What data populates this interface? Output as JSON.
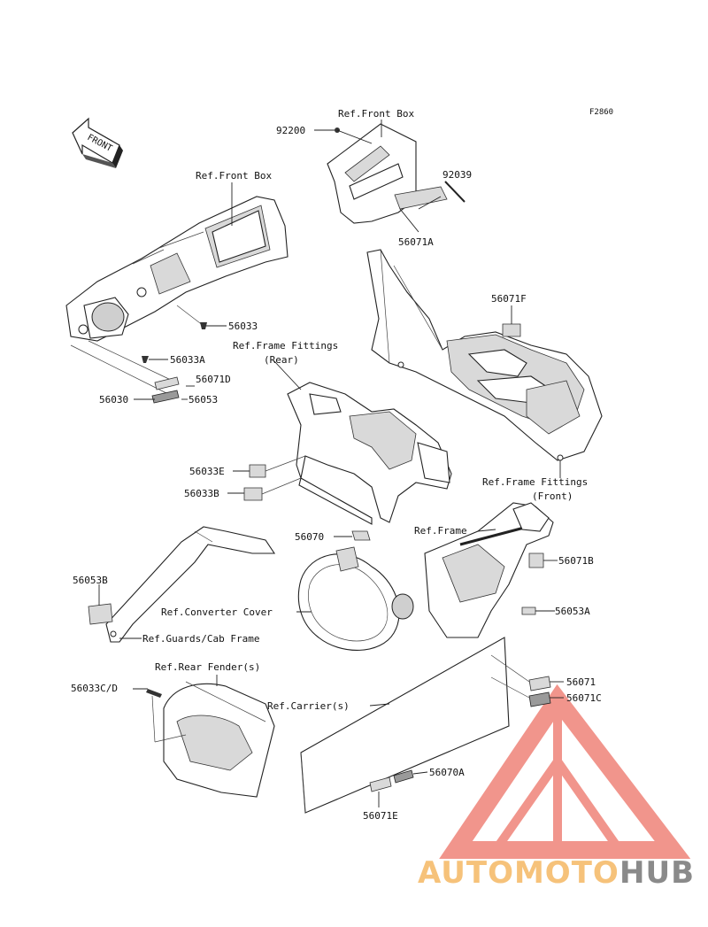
{
  "figure_code": "F2860",
  "front_arrow": "FRONT",
  "labels": {
    "ref_front_box_top": "Ref.Front Box",
    "ref_front_box_left": "Ref.Front Box",
    "p92200": "92200",
    "p92039": "92039",
    "p56071A": "56071A",
    "p56071F": "56071F",
    "ref_frame_fittings_rear_1": "Ref.Frame Fittings",
    "ref_frame_fittings_rear_2": "(Rear)",
    "ref_frame_fittings_front_1": "Ref.Frame Fittings",
    "ref_frame_fittings_front_2": "(Front)",
    "p56033": "56033",
    "p56033A": "56033A",
    "p56071D": "56071D",
    "p56030": "56030",
    "p56053": "56053",
    "p56033E": "56033E",
    "p56033B": "56033B",
    "p56070": "56070",
    "ref_frame": "Ref.Frame",
    "p56071B": "56071B",
    "p56053B": "56053B",
    "ref_converter_cover": "Ref.Converter Cover",
    "p56053A": "56053A",
    "ref_guards_cab_frame": "Ref.Guards/Cab Frame",
    "ref_rear_fender": "Ref.Rear Fender(s)",
    "p56033CD": "56033C/D",
    "p56071": "56071",
    "p56071C": "56071C",
    "ref_carrier": "Ref.Carrier(s)",
    "p56070A": "56070A",
    "p56071E": "56071E"
  },
  "watermark": {
    "part1": "AUTOMOTO",
    "part2": "HUB",
    "color_logo": "#f08a80",
    "color_auto": "#f6c27a",
    "color_hub": "#8a8a8a"
  }
}
